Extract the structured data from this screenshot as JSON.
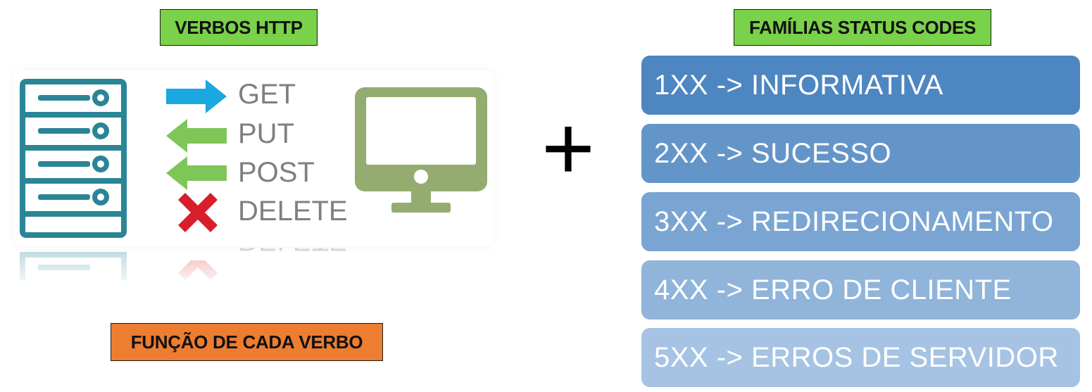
{
  "tags": {
    "verbos": "VERBOS HTTP",
    "familias": "FAMÍLIAS STATUS CODES",
    "funcao": "FUNÇÃO DE CADA VERBO"
  },
  "verbs": [
    {
      "label": "GET",
      "arrow": "right-arrow-icon",
      "color": "#1ba8e0"
    },
    {
      "label": "PUT",
      "arrow": "left-arrow-icon",
      "color": "#7dc657"
    },
    {
      "label": "POST",
      "arrow": "left-arrow-icon",
      "color": "#7dc657"
    },
    {
      "label": "DELETE",
      "arrow": "x-cross-icon",
      "color": "#d81e2a"
    }
  ],
  "icons": {
    "server": "server-icon",
    "monitor": "monitor-icon",
    "server_color": "#2a8596",
    "monitor_color": "#95ac71"
  },
  "plus": "+",
  "status_families": [
    {
      "label": "1XX -> INFORMATIVA",
      "color": "#4e86c1"
    },
    {
      "label": "2XX -> SUCESSO",
      "color": "#6495c9"
    },
    {
      "label": "3XX -> REDIRECIONAMENTO",
      "color": "#7aa5d3"
    },
    {
      "label": "4XX -> ERRO DE CLIENTE",
      "color": "#90b4da"
    },
    {
      "label": "5XX -> ERROS DE SERVIDOR",
      "color": "#a6c3e3"
    }
  ]
}
